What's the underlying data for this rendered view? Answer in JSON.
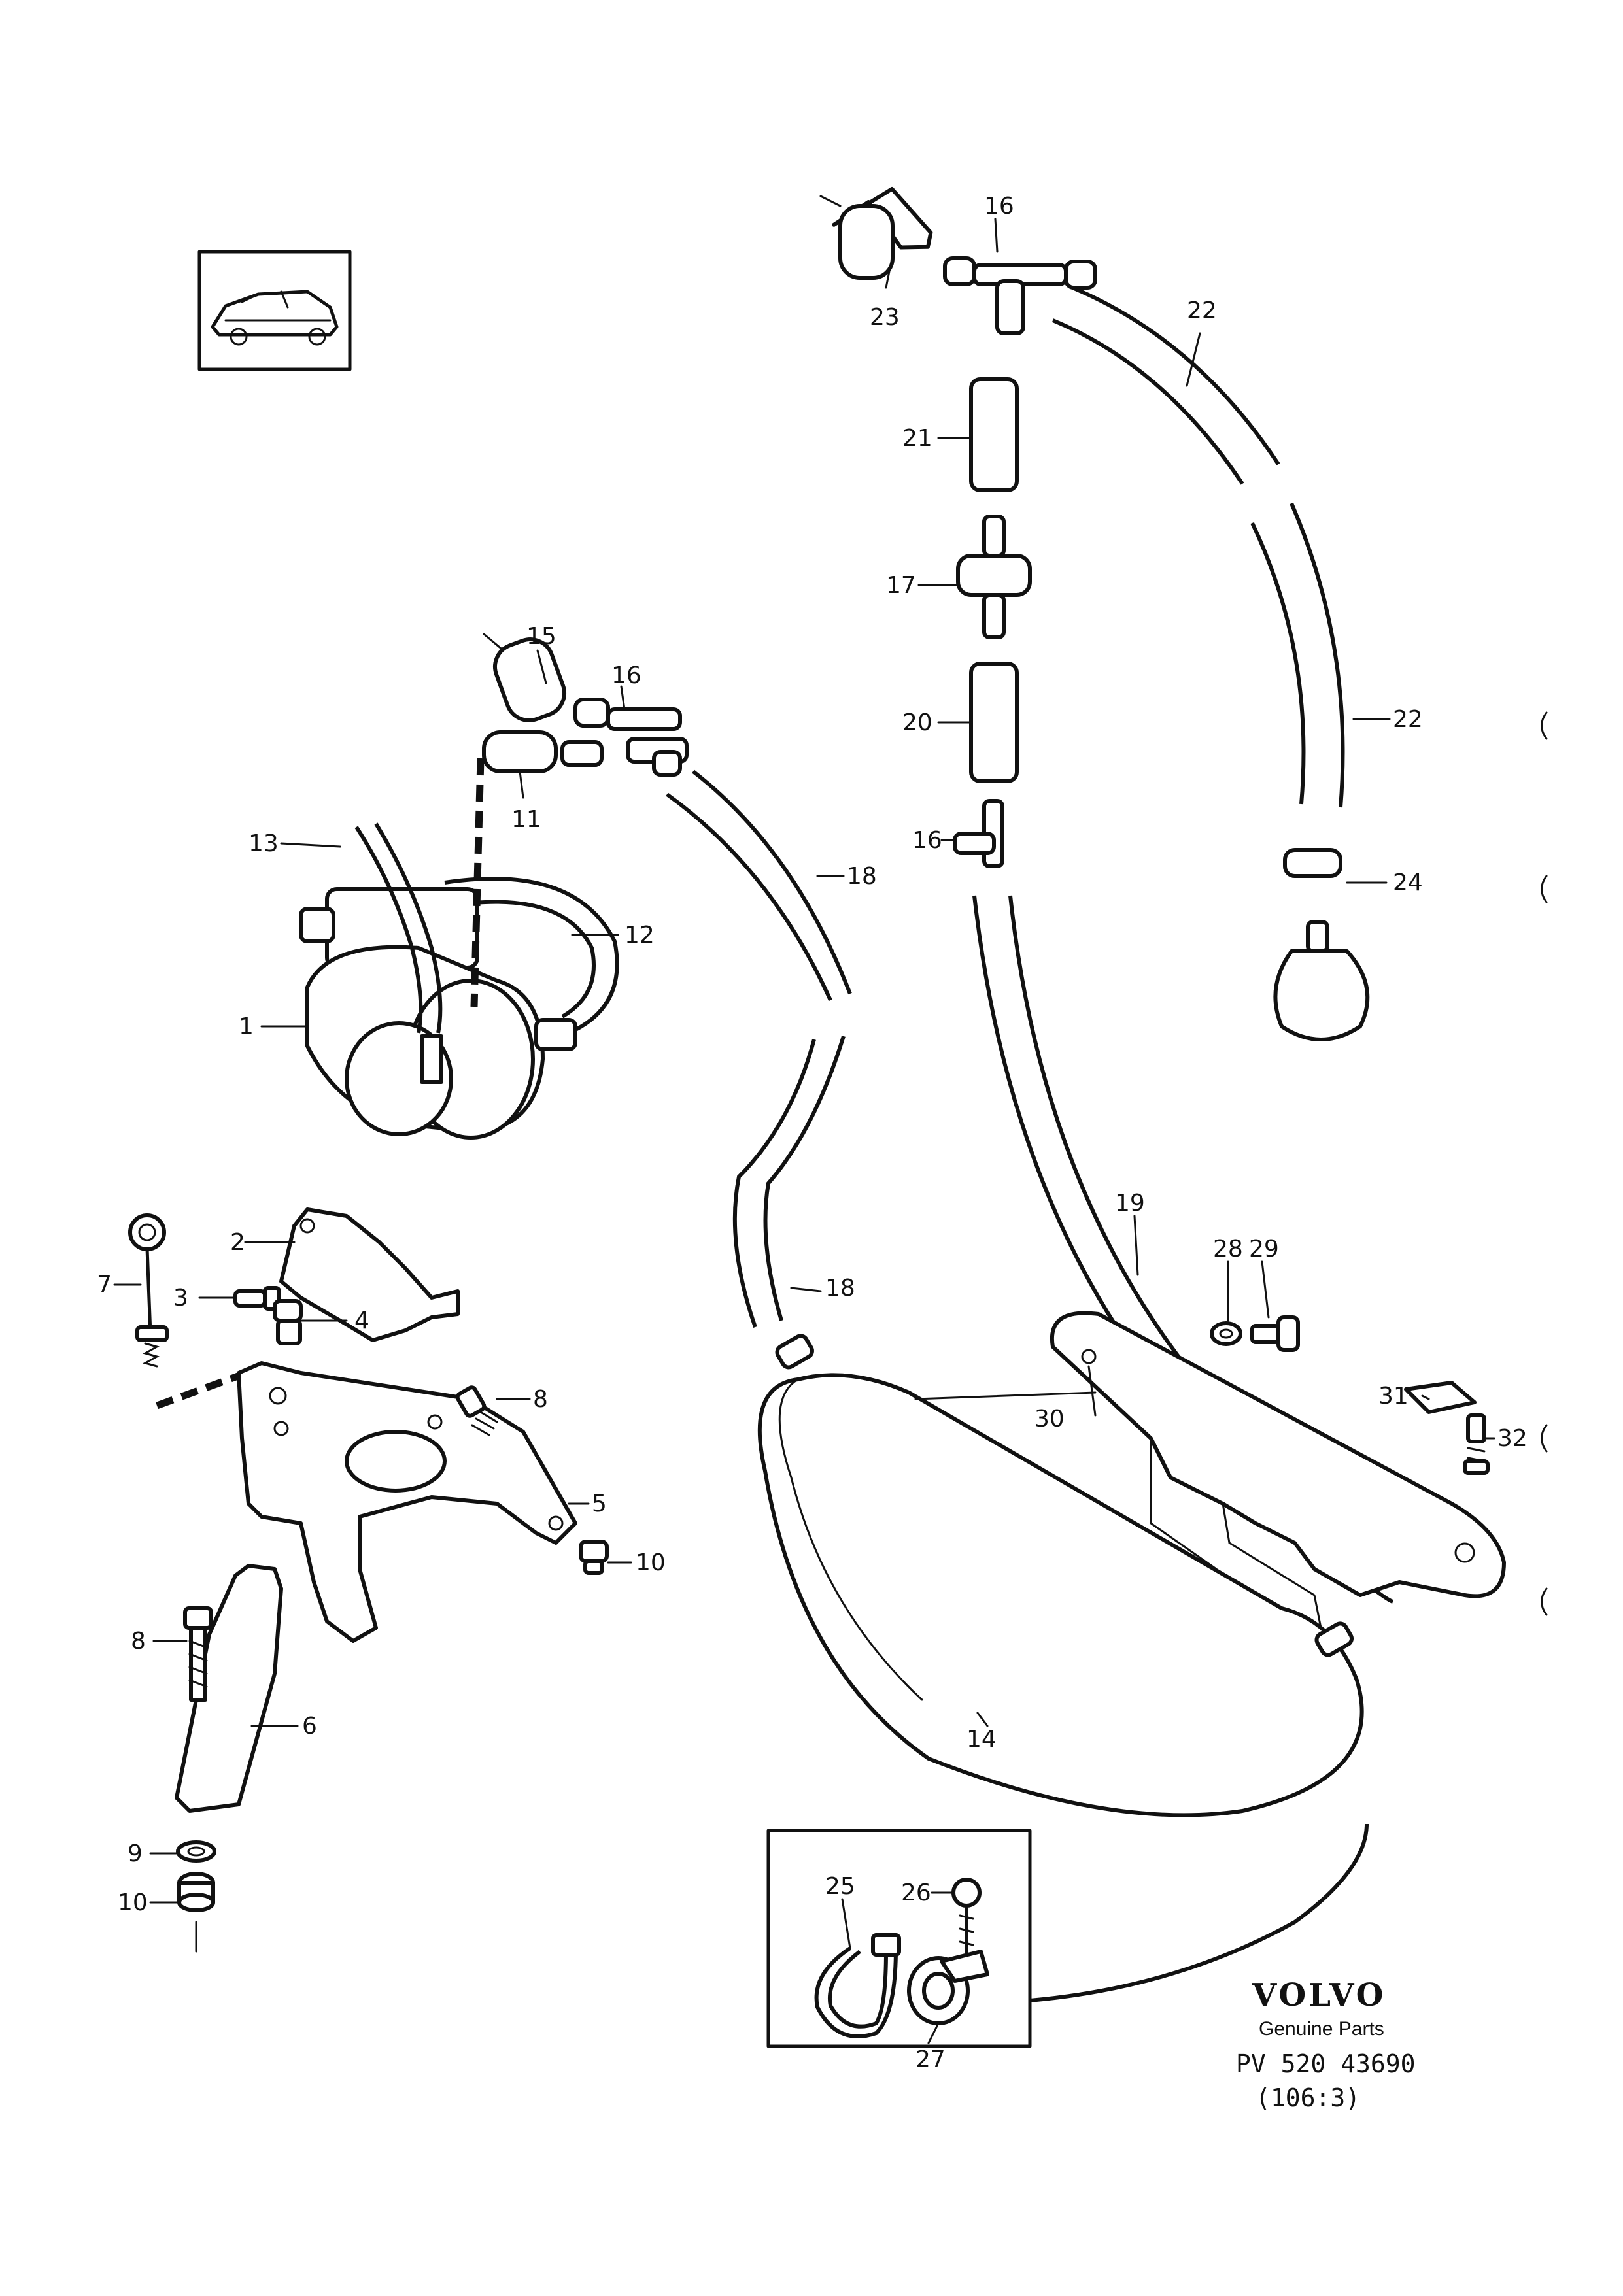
{
  "callouts": [
    {
      "n": "1"
    },
    {
      "n": "2"
    },
    {
      "n": "3"
    },
    {
      "n": "4"
    },
    {
      "n": "5"
    },
    {
      "n": "6"
    },
    {
      "n": "7"
    },
    {
      "n": "8"
    },
    {
      "n": "8"
    },
    {
      "n": "9"
    },
    {
      "n": "10"
    },
    {
      "n": "10"
    },
    {
      "n": "11"
    },
    {
      "n": "12"
    },
    {
      "n": "13"
    },
    {
      "n": "14"
    },
    {
      "n": "15"
    },
    {
      "n": "16"
    },
    {
      "n": "16"
    },
    {
      "n": "16"
    },
    {
      "n": "17"
    },
    {
      "n": "18"
    },
    {
      "n": "18"
    },
    {
      "n": "19"
    },
    {
      "n": "20"
    },
    {
      "n": "21"
    },
    {
      "n": "22"
    },
    {
      "n": "22"
    },
    {
      "n": "23"
    },
    {
      "n": "24"
    },
    {
      "n": "25"
    },
    {
      "n": "26"
    },
    {
      "n": "27"
    },
    {
      "n": "28"
    },
    {
      "n": "29"
    },
    {
      "n": "30"
    },
    {
      "n": "31"
    },
    {
      "n": "32"
    }
  ],
  "brand": {
    "logo_text": "VOLVO",
    "tagline": "Genuine Parts",
    "ref_number": "PV 520 43690",
    "section": "(106:3)"
  }
}
